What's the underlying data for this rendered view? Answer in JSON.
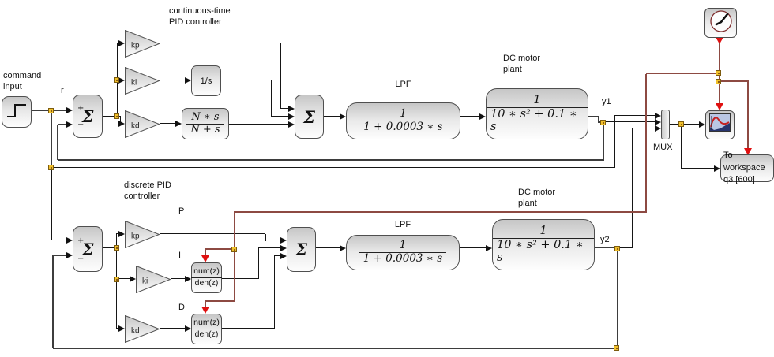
{
  "labels": {
    "command_input": "command\ninput",
    "r": "r",
    "continuous_pid": "continuous-time\nPID controller",
    "discrete_pid": "discrete PID\ncontroller",
    "lpf": "LPF",
    "dc_motor": "DC motor\nplant",
    "y1": "y1",
    "y2": "y2",
    "mux": "MUX",
    "p": "P",
    "i": "I",
    "d": "D"
  },
  "blocks": {
    "sum": "Σ",
    "plus": "+",
    "minus": "−",
    "kp": "kp",
    "ki": "ki",
    "kd": "kd",
    "integrator": "1/s",
    "derivative": {
      "num": "N ∗ s",
      "den": "N + s"
    },
    "lpf_tf": {
      "num": "1",
      "den": "1 + 0.0003 ∗ s"
    },
    "plant_tf": {
      "num": "1",
      "den": "10 ∗ s² + 0.1 ∗ s"
    },
    "discrete_tf": {
      "num": "num(z)",
      "den": "den(z)"
    },
    "to_workspace": "To workspace\nq3 [600]"
  },
  "colors": {
    "annotation_line": "#8d4a42",
    "annotation_arrow": "#e01010",
    "junction": "#f0c02a"
  }
}
